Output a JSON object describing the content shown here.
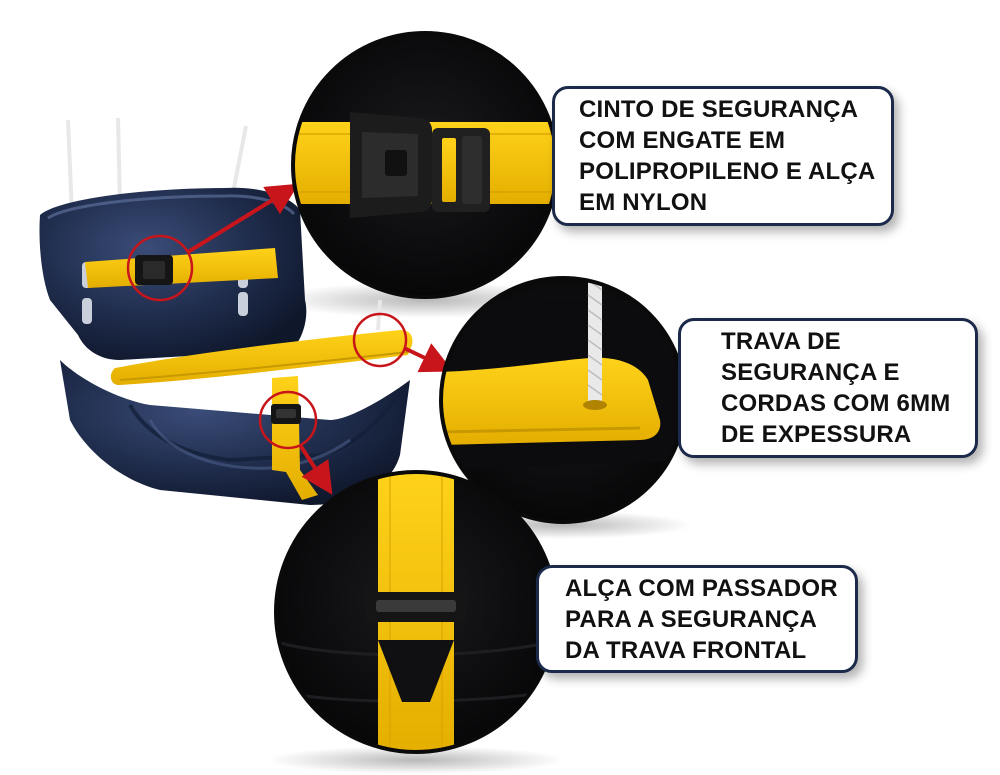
{
  "callouts": {
    "belt": "CINTO DE SEGURANÇA\nCOM ENGATE EM\nPOLIPROPILENO E ALÇA\nEM NYLON",
    "lock": "TRAVA DE\nSEGURANÇA E\nCORDAS COM 6MM\nDE EXPESSURA",
    "strap": "ALÇA COM PASSADOR\nPARA A SEGURANÇA\nDA TRAVA FRONTAL"
  },
  "colors": {
    "seat_navy": "#1e2b4a",
    "strap_yellow": "#f5c400",
    "arrow_red": "#c8151b",
    "callout_border": "#1b2a4a"
  },
  "icons": [
    "swing-seat-illustration",
    "buckle-zoom",
    "lock-bar-zoom",
    "strap-slider-zoom"
  ]
}
